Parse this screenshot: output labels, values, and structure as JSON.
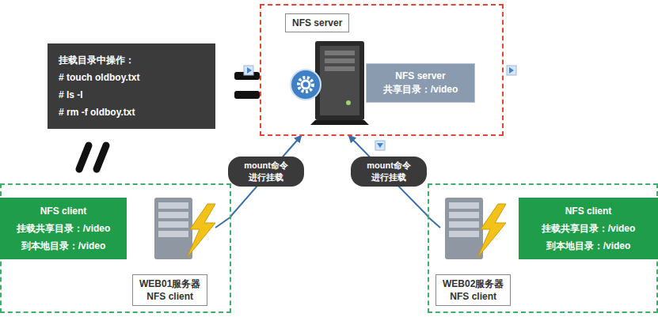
{
  "diagram": {
    "nodes": [
      {
        "text": [
          "NFS server"
        ]
      },
      {
        "text": [
          "NFS server",
          "共享目录：/video"
        ],
        "in": 0
      },
      {
        "text": [
          "挂载目录中操作：",
          "# touch oldboy.txt",
          "# ls -l",
          "# rm -f oldboy.txt"
        ]
      },
      {
        "text": [
          "WEB01服务器",
          "NFS client"
        ]
      },
      {
        "text": [
          "NFS client",
          "挂载共享目录：/video",
          "到本地目录：/video"
        ],
        "in": 3
      },
      {
        "text": [
          "WEB02服务器",
          "NFS client"
        ]
      },
      {
        "text": [
          "NFS client",
          "挂载共享目录：/video",
          "到本地目录：/video"
        ],
        "in": 5
      }
    ],
    "edges": [
      {
        "from": 3,
        "to": 0,
        "label": "mount命令 进行挂载",
        "arrow": "to"
      },
      {
        "from": 5,
        "to": 0,
        "label": "mount命令 进行挂载",
        "arrow": "to"
      }
    ]
  }
}
